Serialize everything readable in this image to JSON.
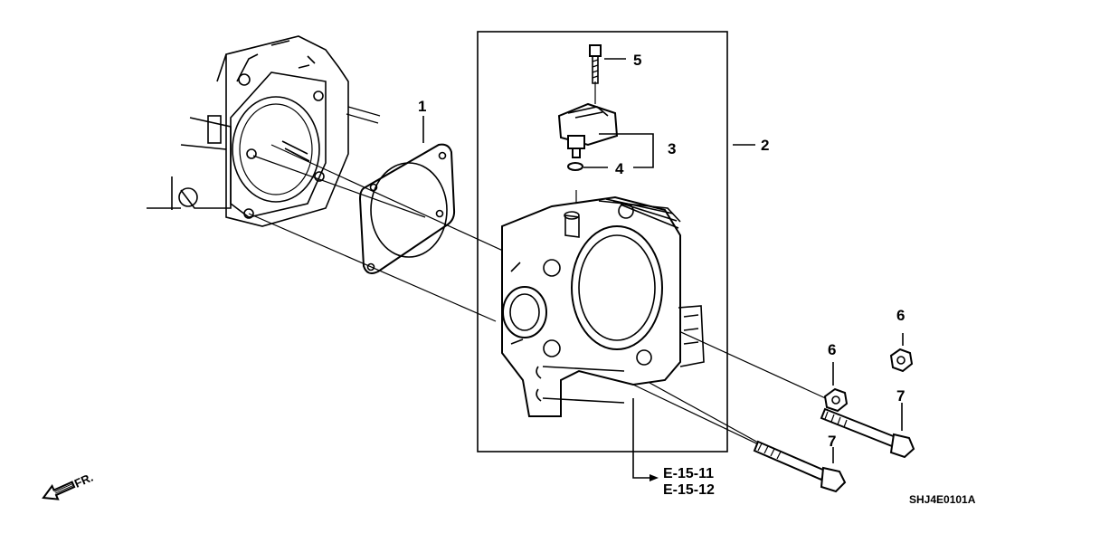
{
  "diagram": {
    "callouts": [
      {
        "id": "c1",
        "label": "1"
      },
      {
        "id": "c2",
        "label": "2"
      },
      {
        "id": "c3",
        "label": "3"
      },
      {
        "id": "c4",
        "label": "4"
      },
      {
        "id": "c5",
        "label": "5"
      },
      {
        "id": "c6a",
        "label": "6"
      },
      {
        "id": "c6b",
        "label": "6"
      },
      {
        "id": "c7a",
        "label": "7"
      },
      {
        "id": "c7b",
        "label": "7"
      }
    ],
    "references": [
      "E-15-11",
      "E-15-12"
    ],
    "drawing_code": "SHJ4E0101A",
    "front_indicator": "FR."
  }
}
